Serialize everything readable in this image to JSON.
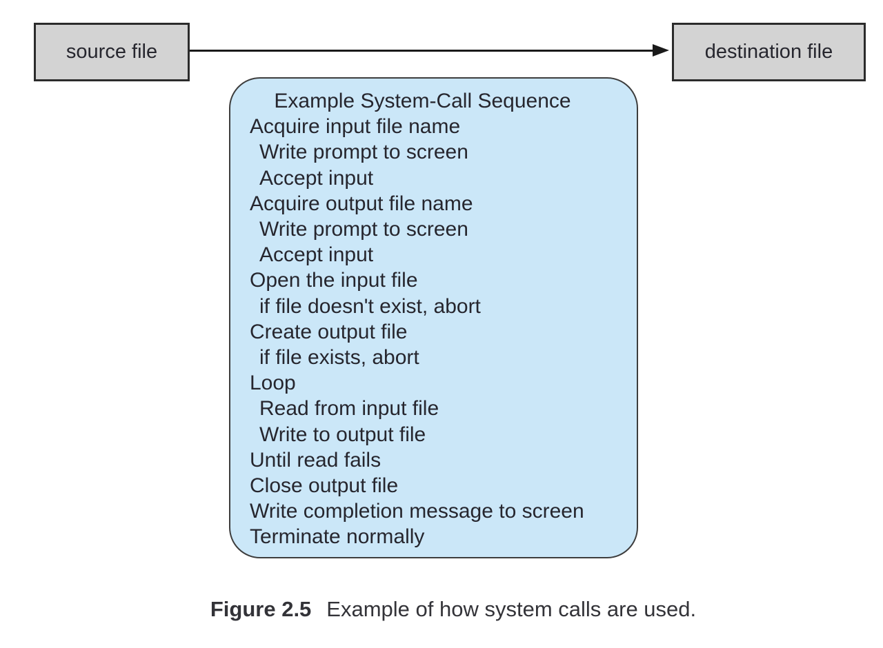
{
  "diagram": {
    "source_box": {
      "label": "source file"
    },
    "destination_box": {
      "label": "destination file"
    },
    "callout": {
      "title": "Example System-Call Sequence",
      "lines": [
        {
          "text": "Acquire input file name",
          "indent": 0
        },
        {
          "text": "Write prompt to screen",
          "indent": 1
        },
        {
          "text": "Accept input",
          "indent": 1
        },
        {
          "text": "Acquire output file name",
          "indent": 0
        },
        {
          "text": "Write prompt to screen",
          "indent": 1
        },
        {
          "text": "Accept input",
          "indent": 1
        },
        {
          "text": "Open the input file",
          "indent": 0
        },
        {
          "text": "if file doesn't exist, abort",
          "indent": 1
        },
        {
          "text": "Create output file",
          "indent": 0
        },
        {
          "text": "if file exists, abort",
          "indent": 1
        },
        {
          "text": "Loop",
          "indent": 0
        },
        {
          "text": "Read from input file",
          "indent": 1
        },
        {
          "text": "Write to output file",
          "indent": 1
        },
        {
          "text": "Until read fails",
          "indent": 0
        },
        {
          "text": "Close output file",
          "indent": 0
        },
        {
          "text": "Write completion message to screen",
          "indent": 0
        },
        {
          "text": "Terminate normally",
          "indent": 0
        }
      ]
    },
    "caption": {
      "number": "Figure 2.5",
      "text": "Example of how system calls are used."
    },
    "colors": {
      "file_box_fill": "#d3d3d3",
      "file_box_border": "#2b2b2b",
      "callout_fill": "#cbe7f8",
      "callout_border": "#3d3d3d",
      "diagram_text": "#26262e",
      "arrow": "#1a1a1a",
      "caption_text": "#333338",
      "background": "#ffffff"
    }
  }
}
